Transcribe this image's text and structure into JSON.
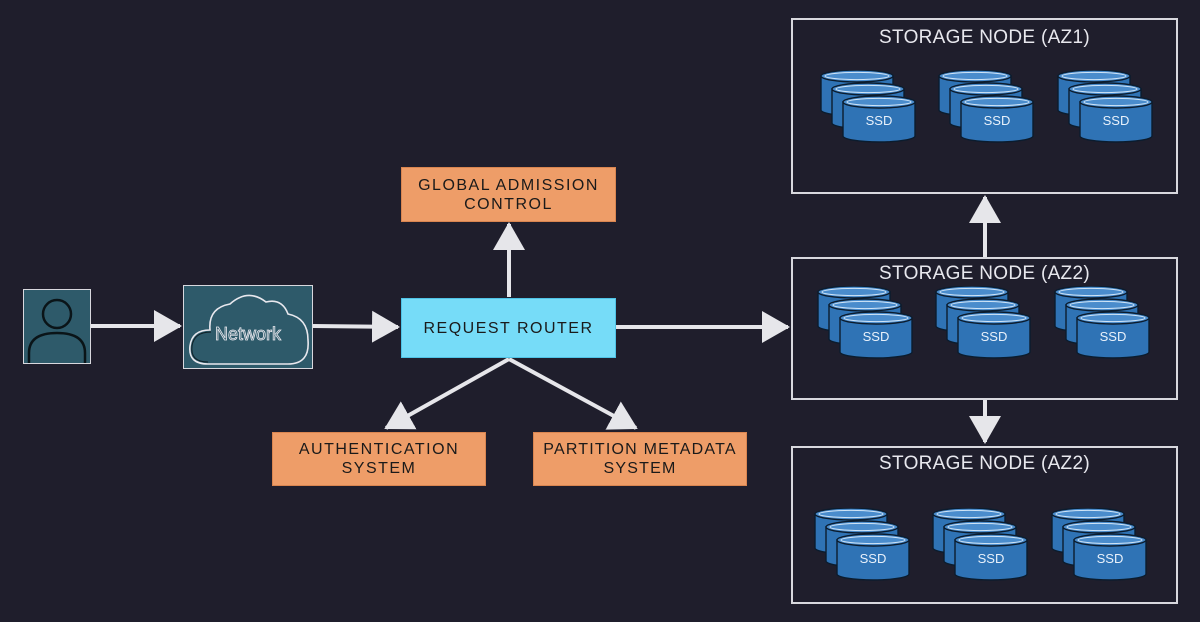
{
  "diagram": {
    "nodes": {
      "user": {
        "icon": "user-icon"
      },
      "network": {
        "label": "Network",
        "icon": "cloud-icon"
      },
      "router": {
        "label": "REQUEST ROUTER"
      },
      "admission": {
        "line1": "GLOBAL ADMISSION",
        "line2": "CONTROL"
      },
      "auth": {
        "line1": "AUTHENTICATION",
        "line2": "SYSTEM"
      },
      "partition": {
        "line1": "PARTITION METADATA",
        "line2": "SYSTEM"
      }
    },
    "storage_nodes": [
      {
        "title": "STORAGE NODE (AZ1)",
        "disk_label": "SSD"
      },
      {
        "title": "STORAGE NODE (AZ2)",
        "disk_label": "SSD"
      },
      {
        "title": "STORAGE NODE (AZ2)",
        "disk_label": "SSD"
      }
    ],
    "colors": {
      "background": "#1f1e2c",
      "component_orange": "#ee9d68",
      "router_cyan": "#76dcf8",
      "disk_blue": "#2f73b5",
      "arrow": "#e6e6ea"
    }
  }
}
